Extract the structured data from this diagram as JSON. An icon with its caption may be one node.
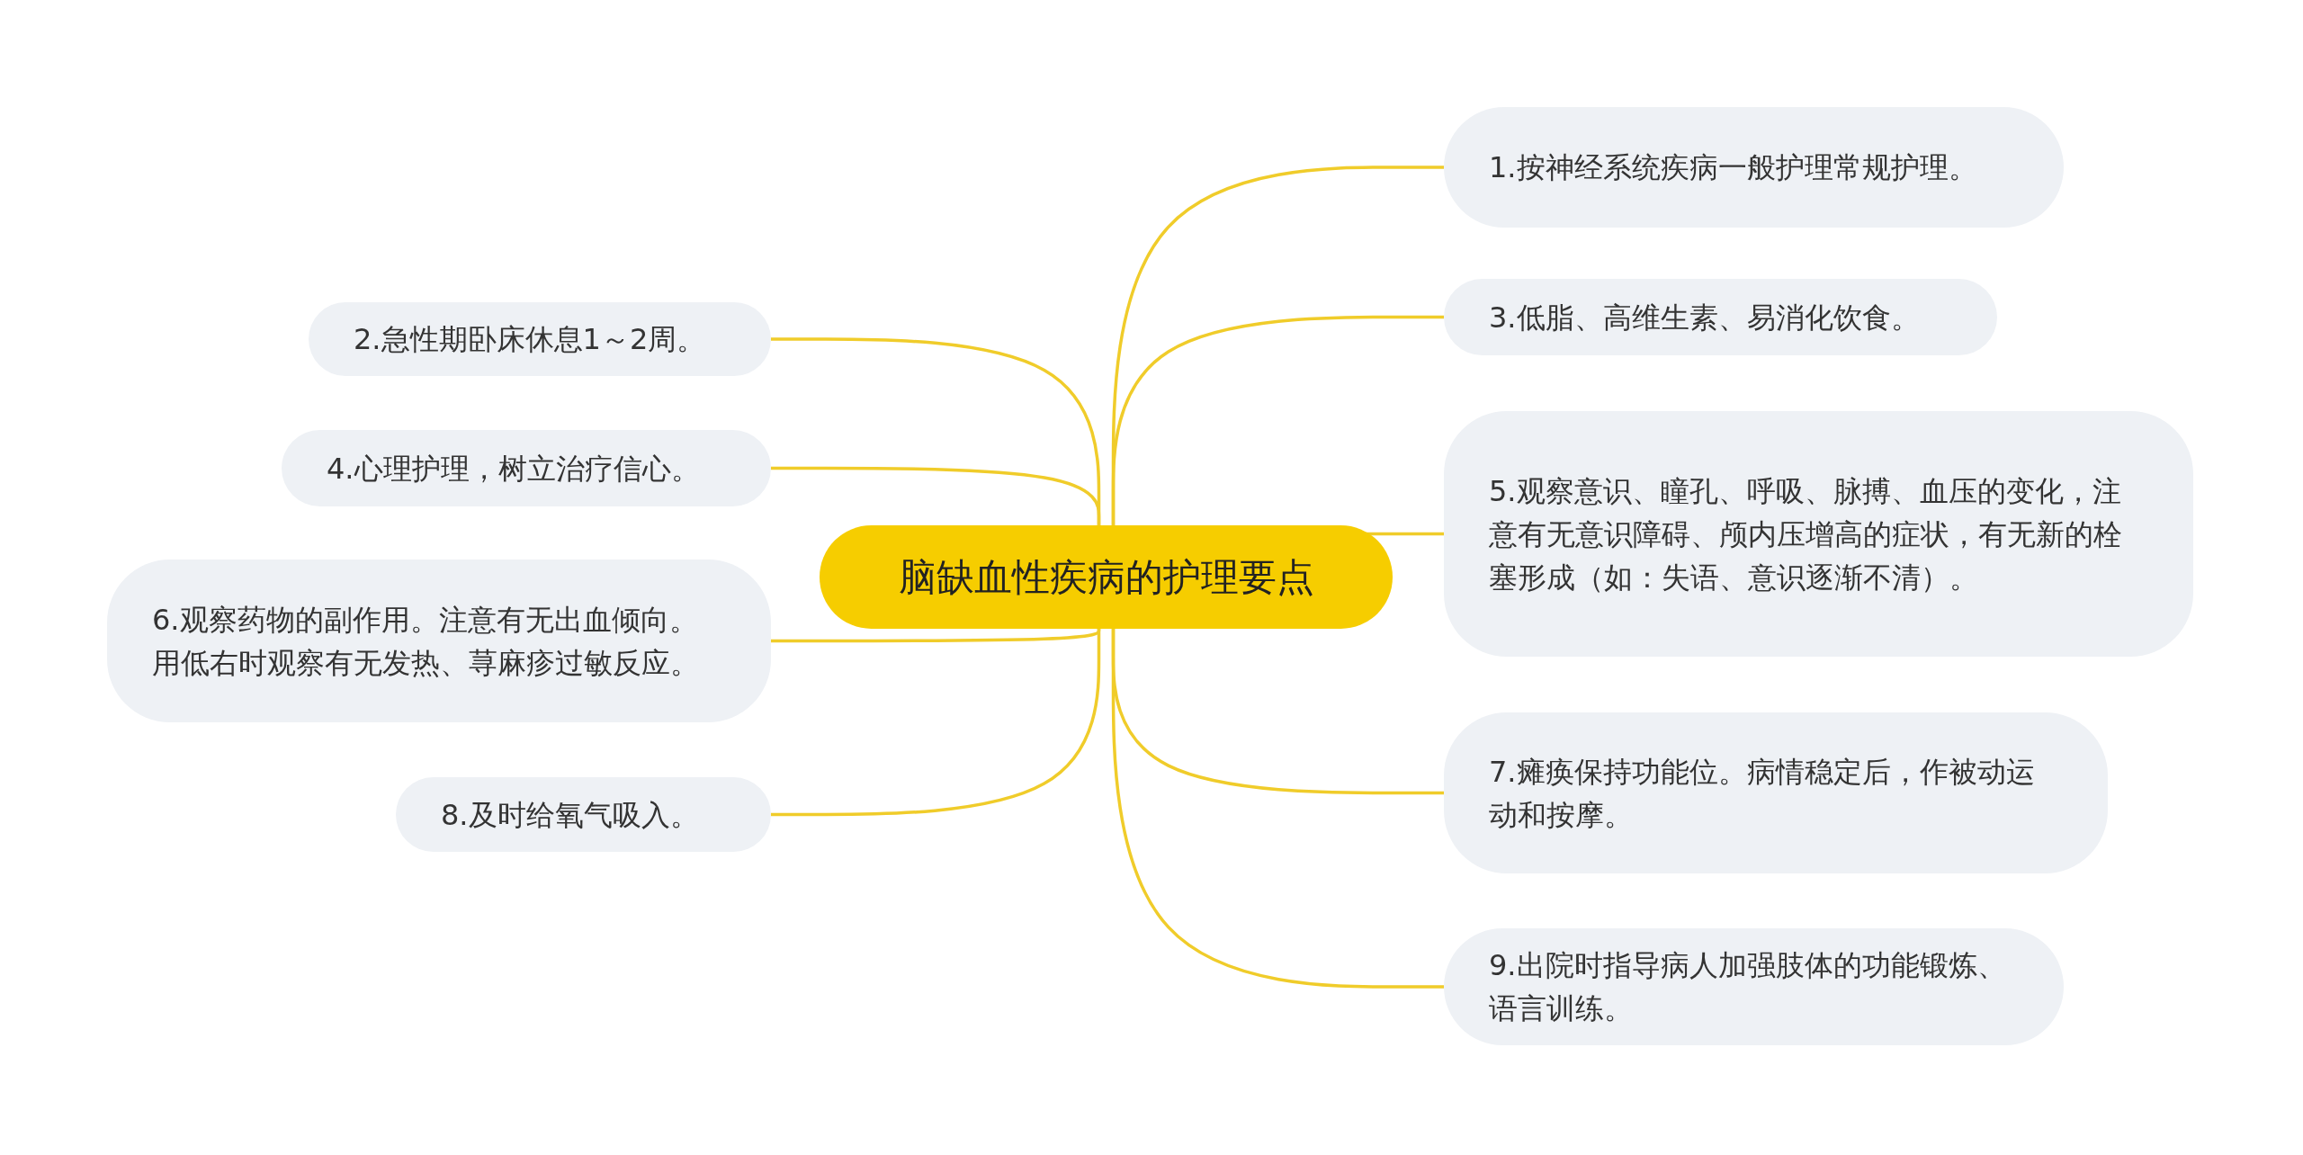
{
  "diagram": {
    "nodes": [
      {
        "text": [
          "脑缺血性疾病的护理要点"
        ]
      },
      {
        "text": [
          "1.按神经系统疾病一般护理常规护理。"
        ]
      },
      {
        "text": [
          "2.急性期卧床休息1～2周。"
        ]
      },
      {
        "text": [
          "3.低脂、高维生素、易消化饮食。"
        ]
      },
      {
        "text": [
          "4.心理护理，树立治疗信心。"
        ]
      },
      {
        "text": [
          "5.观察意识、瞳孔、呼吸、脉搏、血压的变化，注意有无意识障碍、颅内压增高的症状，有无新的栓塞形成（如：失语、意识逐渐不清）。"
        ]
      },
      {
        "text": [
          "6.观察药物的副作用。注意有无出血倾向。用低右时观察有无发热、荨麻疹过敏反应。"
        ]
      },
      {
        "text": [
          "7.瘫痪保持功能位。病情稳定后，作被动运动和按摩。"
        ]
      },
      {
        "text": [
          "8.及时给氧气吸入。"
        ]
      },
      {
        "text": [
          "9.出院时指导病人加强肢体的功能锻炼、语言训练。"
        ]
      }
    ],
    "edges": [
      {
        "from": 0,
        "to": 1,
        "arrow": "none"
      },
      {
        "from": 0,
        "to": 2,
        "arrow": "none"
      },
      {
        "from": 0,
        "to": 3,
        "arrow": "none"
      },
      {
        "from": 0,
        "to": 4,
        "arrow": "none"
      },
      {
        "from": 0,
        "to": 5,
        "arrow": "none"
      },
      {
        "from": 0,
        "to": 6,
        "arrow": "none"
      },
      {
        "from": 0,
        "to": 7,
        "arrow": "none"
      },
      {
        "from": 0,
        "to": 8,
        "arrow": "none"
      },
      {
        "from": 0,
        "to": 9,
        "arrow": "none"
      }
    ]
  }
}
